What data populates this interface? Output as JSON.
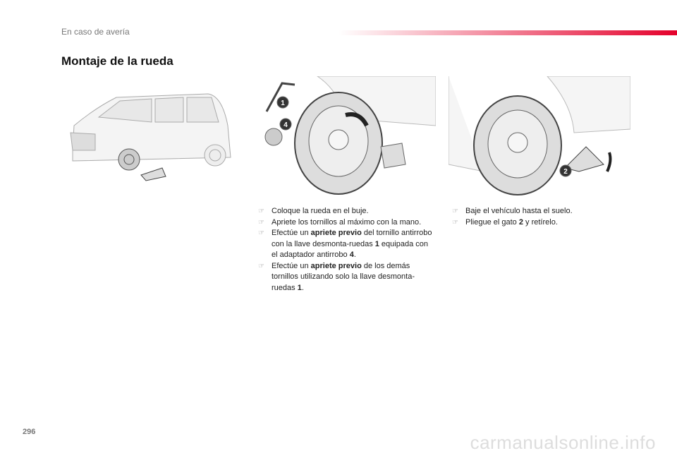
{
  "header": {
    "section": "En caso de avería",
    "title": "Montaje de la rueda"
  },
  "figures": {
    "callout_1": "1",
    "callout_4": "4",
    "callout_2": "2"
  },
  "column1": [
    [
      {
        "t": "Coloque la rueda en el buje."
      }
    ],
    [
      {
        "t": "Apriete los tornillos al máximo con la mano."
      }
    ],
    [
      {
        "t": "Efectúe un "
      },
      {
        "t": "apriete previo",
        "b": true
      },
      {
        "t": " del tornillo antirrobo con la llave desmonta-ruedas "
      },
      {
        "t": "1",
        "b": true
      },
      {
        "t": " equipada con el adaptador antirrobo "
      },
      {
        "t": "4",
        "b": true
      },
      {
        "t": "."
      }
    ],
    [
      {
        "t": "Efectúe un "
      },
      {
        "t": "apriete previo",
        "b": true
      },
      {
        "t": " de los demás tornillos utilizando solo la llave desmonta-ruedas "
      },
      {
        "t": "1",
        "b": true
      },
      {
        "t": "."
      }
    ]
  ],
  "column2": [
    [
      {
        "t": "Baje el vehículo hasta el suelo."
      }
    ],
    [
      {
        "t": "Pliegue el gato "
      },
      {
        "t": "2",
        "b": true
      },
      {
        "t": " y retírelo."
      }
    ]
  ],
  "bullet_icon": "pointing-hand-icon",
  "bullet_glyph": "☞",
  "footer": {
    "page_number": "296",
    "watermark": "carmanualsonline.info"
  },
  "colors": {
    "accent": "#e4002b"
  }
}
